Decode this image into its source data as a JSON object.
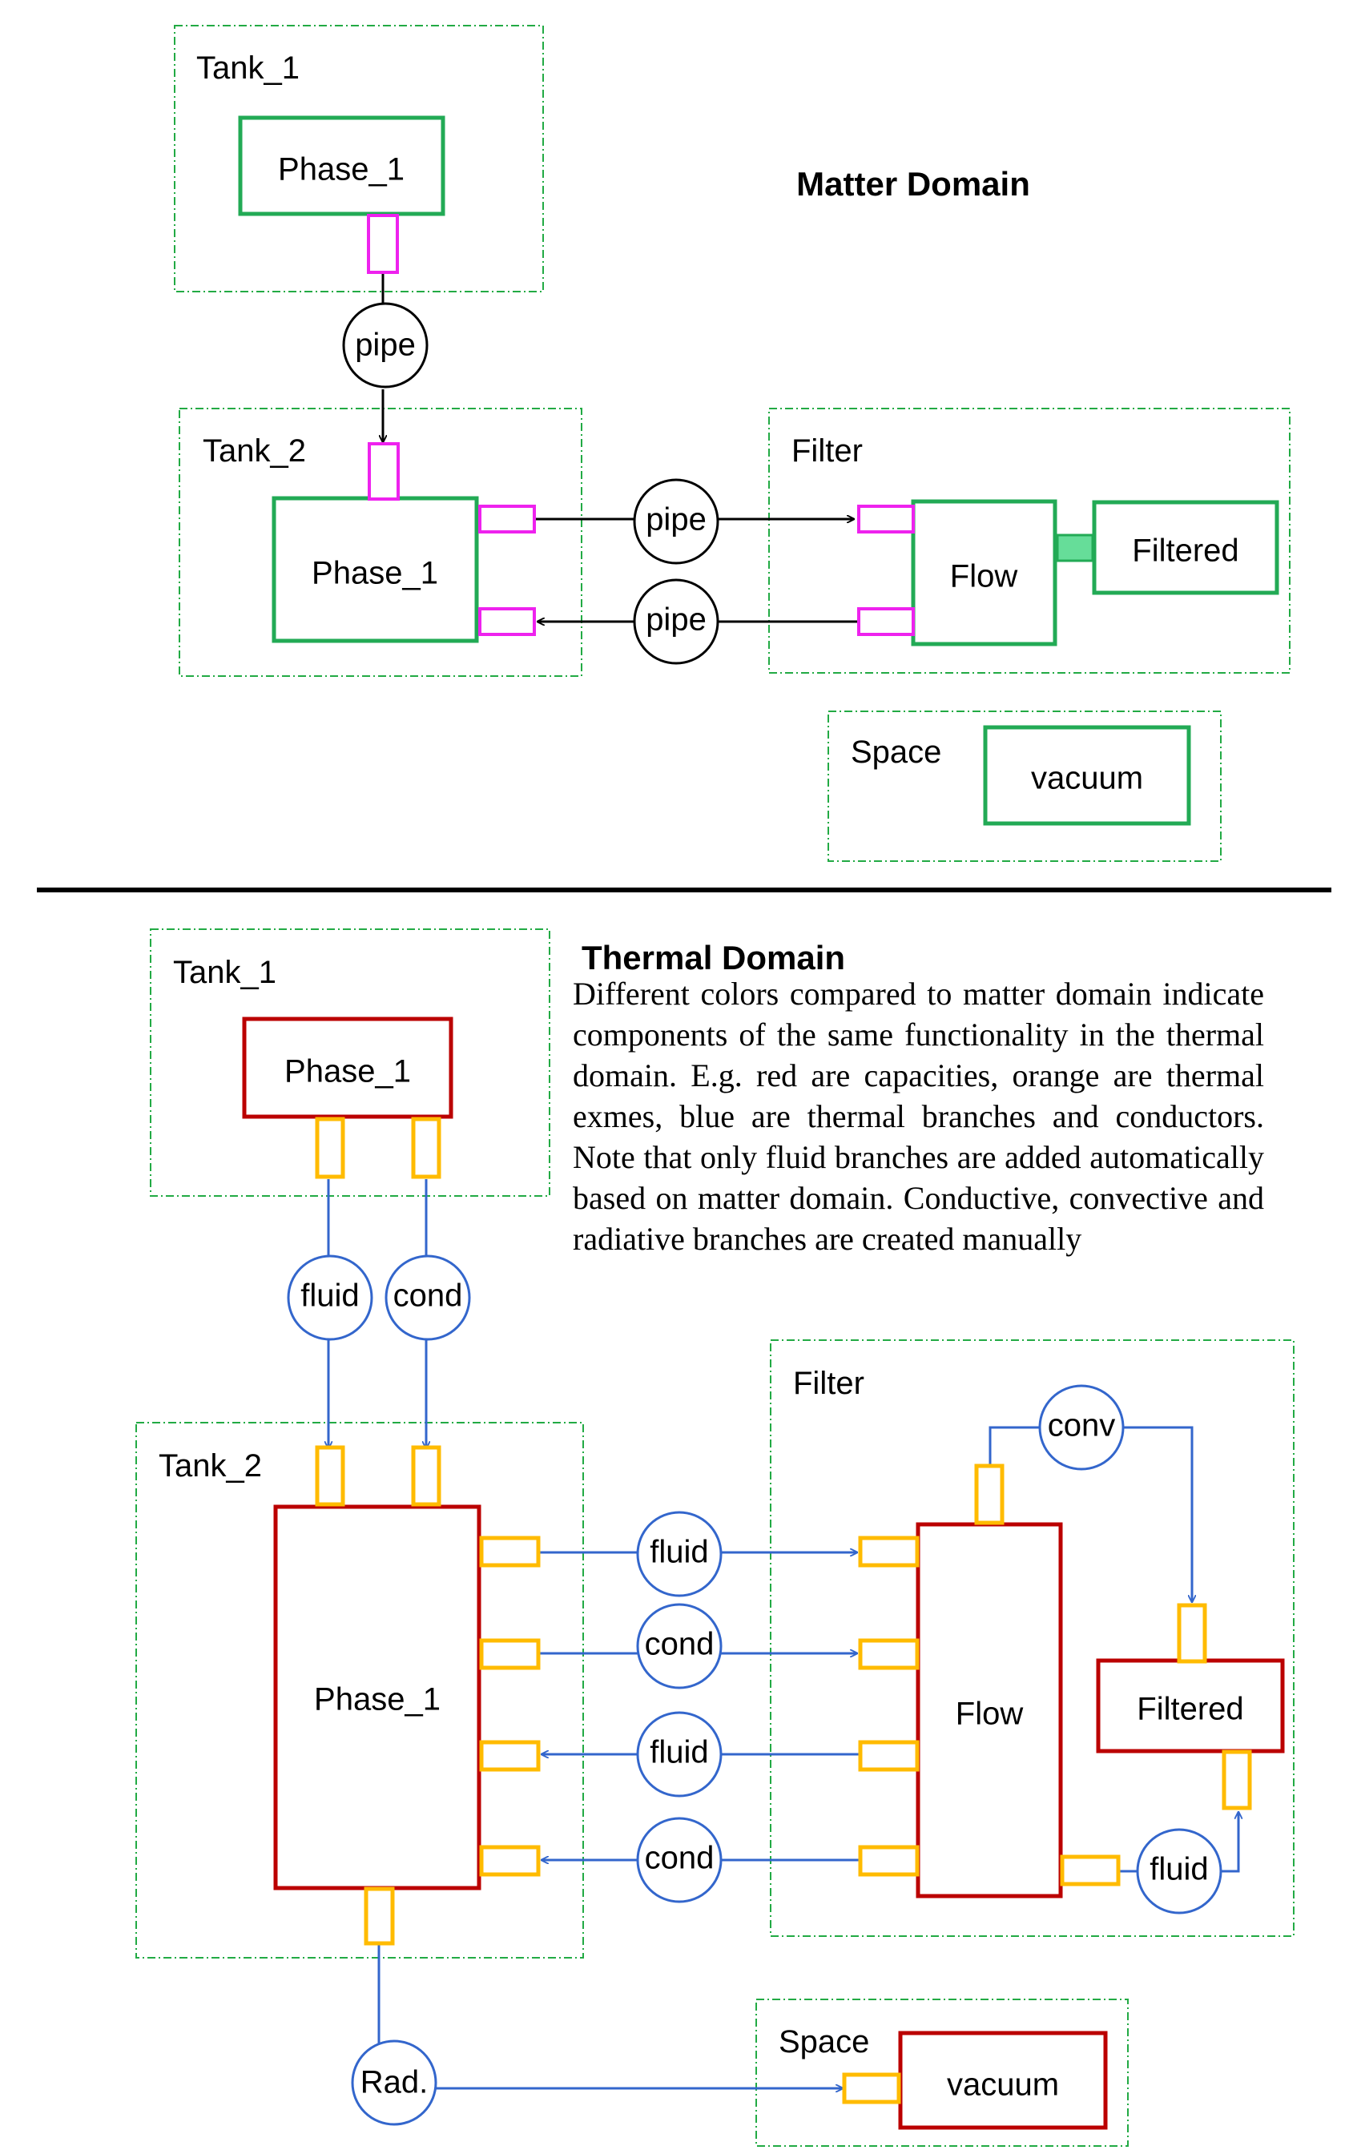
{
  "colors": {
    "group_border": "#22aa44",
    "matter_node": "#22aa55",
    "matter_port": "#ee22ee",
    "matter_line": "#000000",
    "filter_link": "#66dd99",
    "thermal_node": "#bb0000",
    "thermal_port": "#ffbb00",
    "thermal_line": "#3366cc",
    "divider": "#000000"
  },
  "matter": {
    "title": "Matter Domain",
    "groups": {
      "tank1": "Tank_1",
      "tank2": "Tank_2",
      "filter": "Filter",
      "space": "Space"
    },
    "nodes": {
      "tank1_phase": "Phase_1",
      "tank2_phase": "Phase_1",
      "flow": "Flow",
      "filtered": "Filtered",
      "vacuum": "vacuum"
    },
    "branches": {
      "tank_pipe": "pipe",
      "supply_pipe": "pipe",
      "return_pipe": "pipe"
    }
  },
  "thermal": {
    "title": "Thermal Domain",
    "description": "Different colors compared to matter domain indicate components of the same functionality in the thermal domain. E.g. red are capacities, orange are thermal exmes, blue are thermal branches and conductors. Note that only fluid branches are added automatically based on matter domain. Conductive, convective and radiative branches are created manually",
    "groups": {
      "tank1": "Tank_1",
      "tank2": "Tank_2",
      "filter": "Filter",
      "space": "Space"
    },
    "nodes": {
      "tank1_phase": "Phase_1",
      "tank2_phase": "Phase_1",
      "flow": "Flow",
      "filtered": "Filtered",
      "vacuum": "vacuum"
    },
    "branches": {
      "tank_fluid": "fluid",
      "tank_cond": "cond",
      "supply_fluid": "fluid",
      "supply_cond": "cond",
      "return_fluid": "fluid",
      "return_cond": "cond",
      "conv": "conv",
      "filter_fluid": "fluid",
      "rad": "Rad."
    }
  }
}
